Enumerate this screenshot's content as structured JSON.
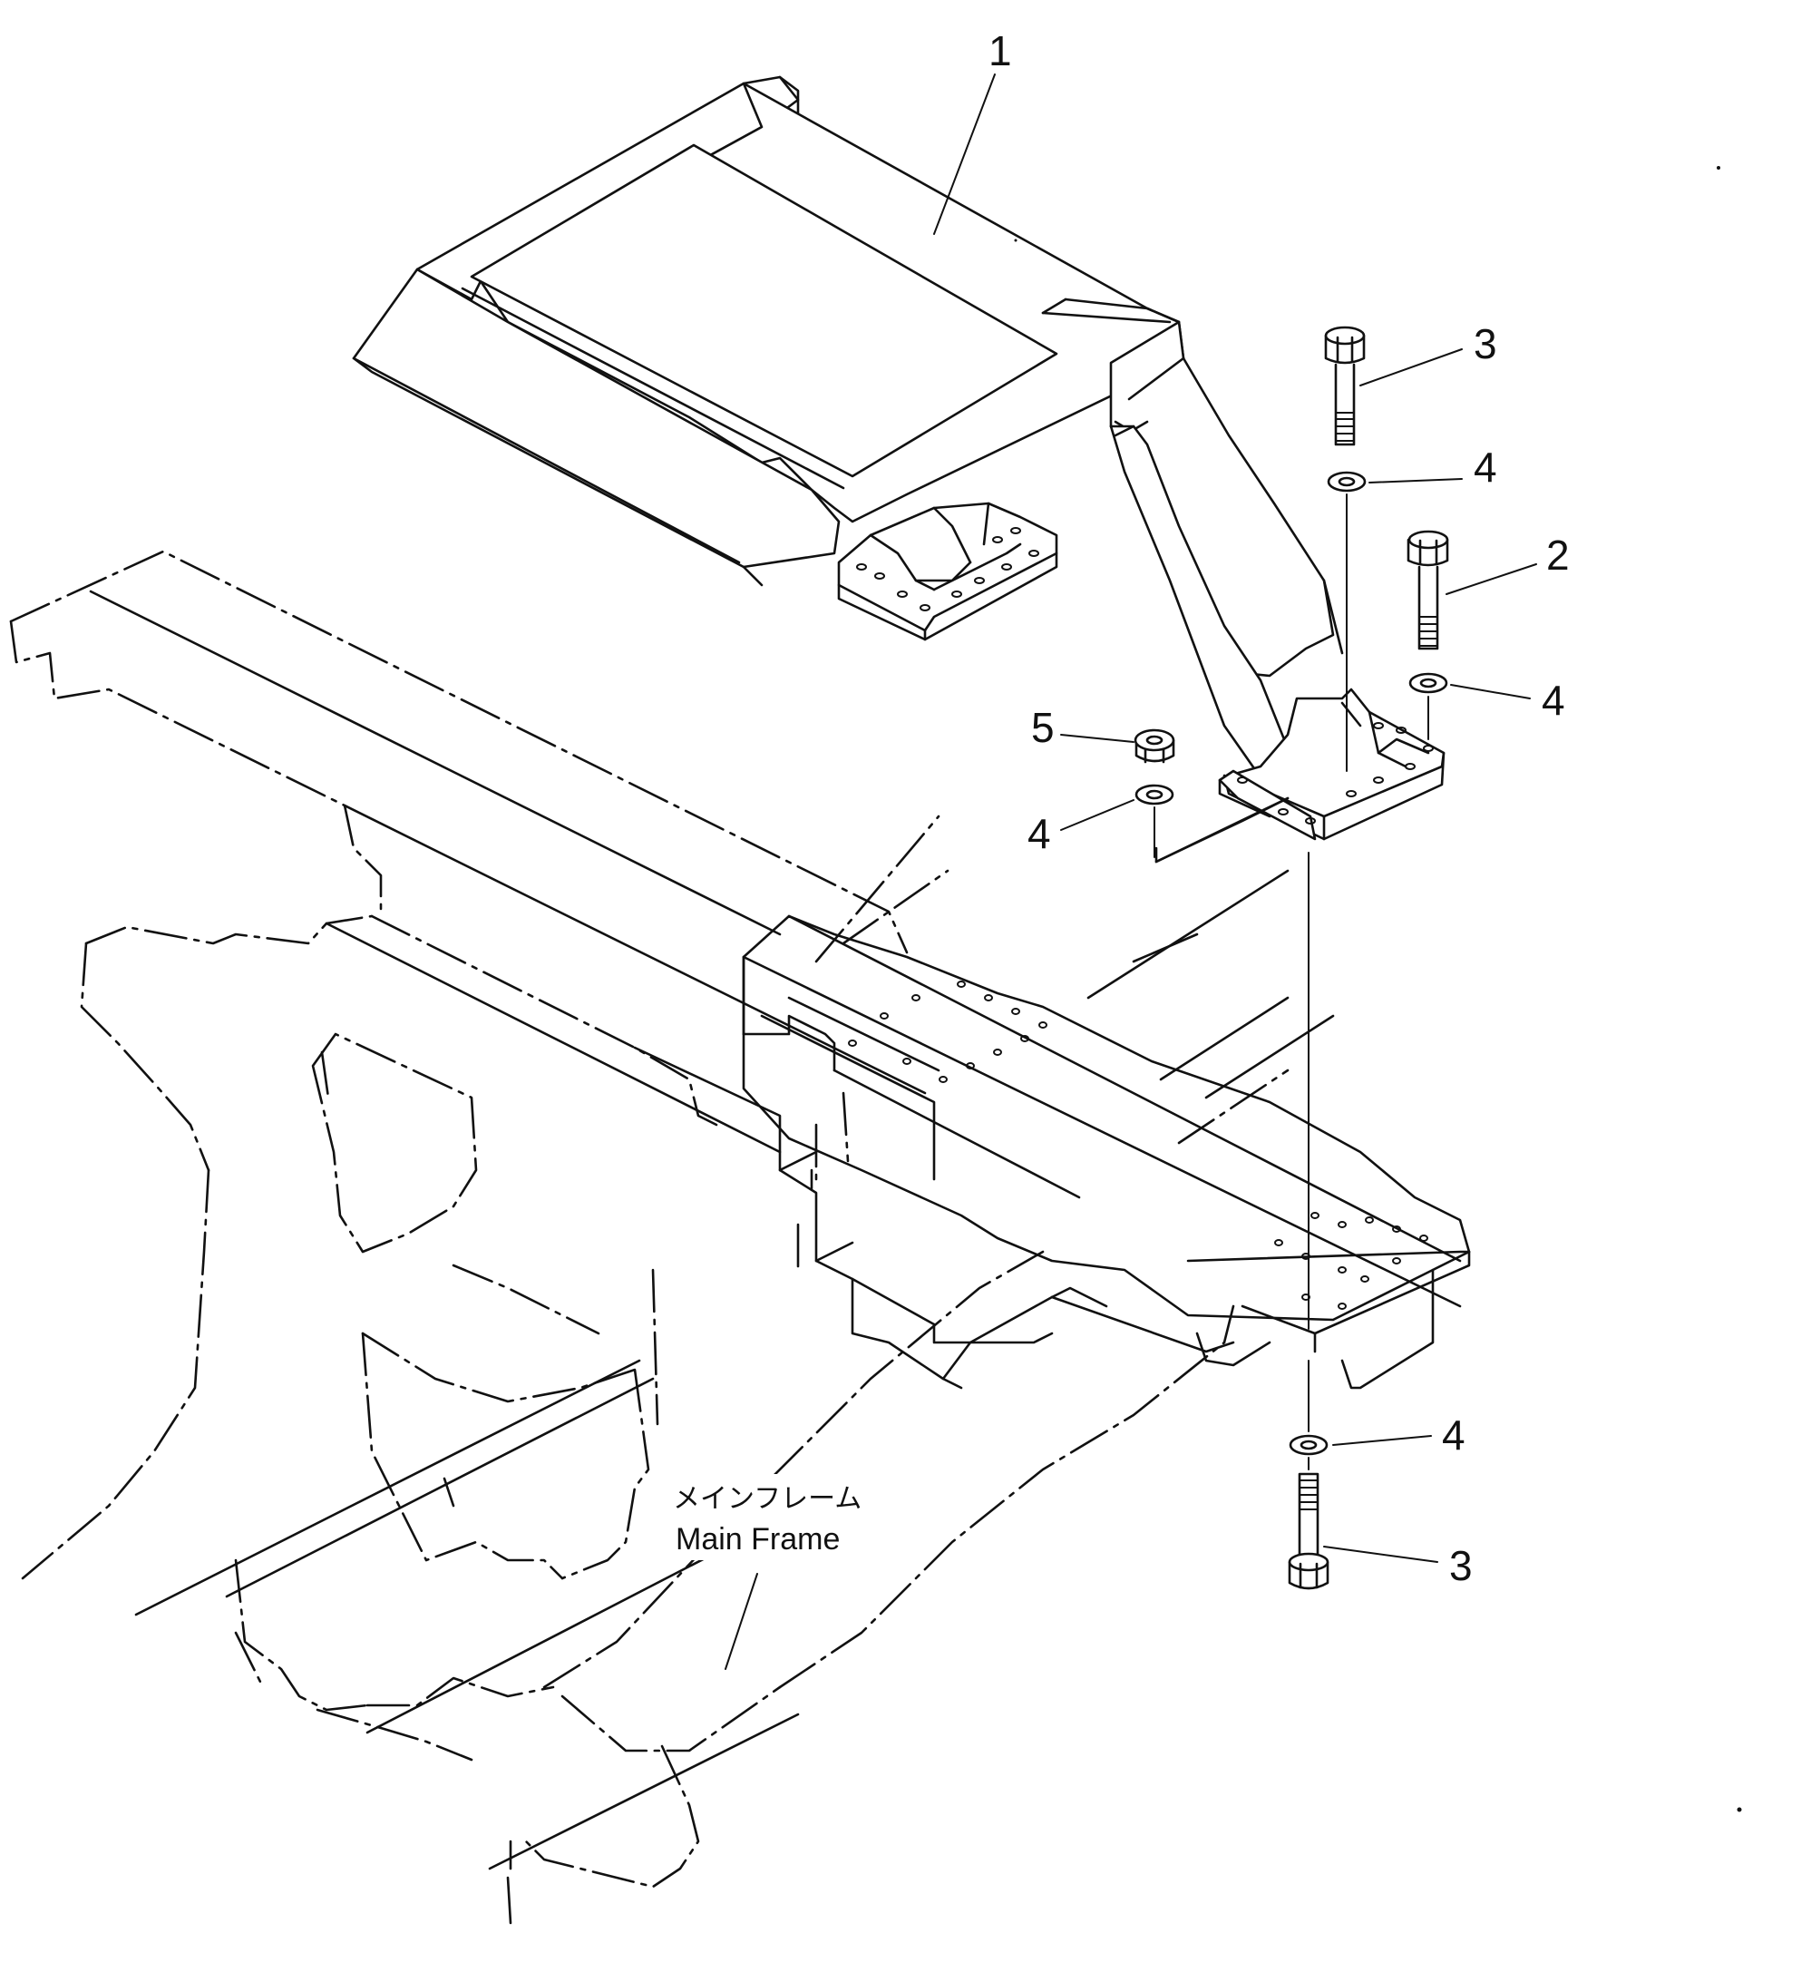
{
  "diagram": {
    "callouts": [
      {
        "id": "callout-1",
        "number": "1"
      },
      {
        "id": "callout-3-top",
        "number": "3"
      },
      {
        "id": "callout-4-top",
        "number": "4"
      },
      {
        "id": "callout-2",
        "number": "2"
      },
      {
        "id": "callout-4-right",
        "number": "4"
      },
      {
        "id": "callout-5",
        "number": "5"
      },
      {
        "id": "callout-4-left",
        "number": "4"
      },
      {
        "id": "callout-4-bottom",
        "number": "4"
      },
      {
        "id": "callout-3-bottom",
        "number": "3"
      }
    ],
    "frame_label": {
      "japanese": "メインフレーム",
      "english": "Main Frame"
    }
  }
}
